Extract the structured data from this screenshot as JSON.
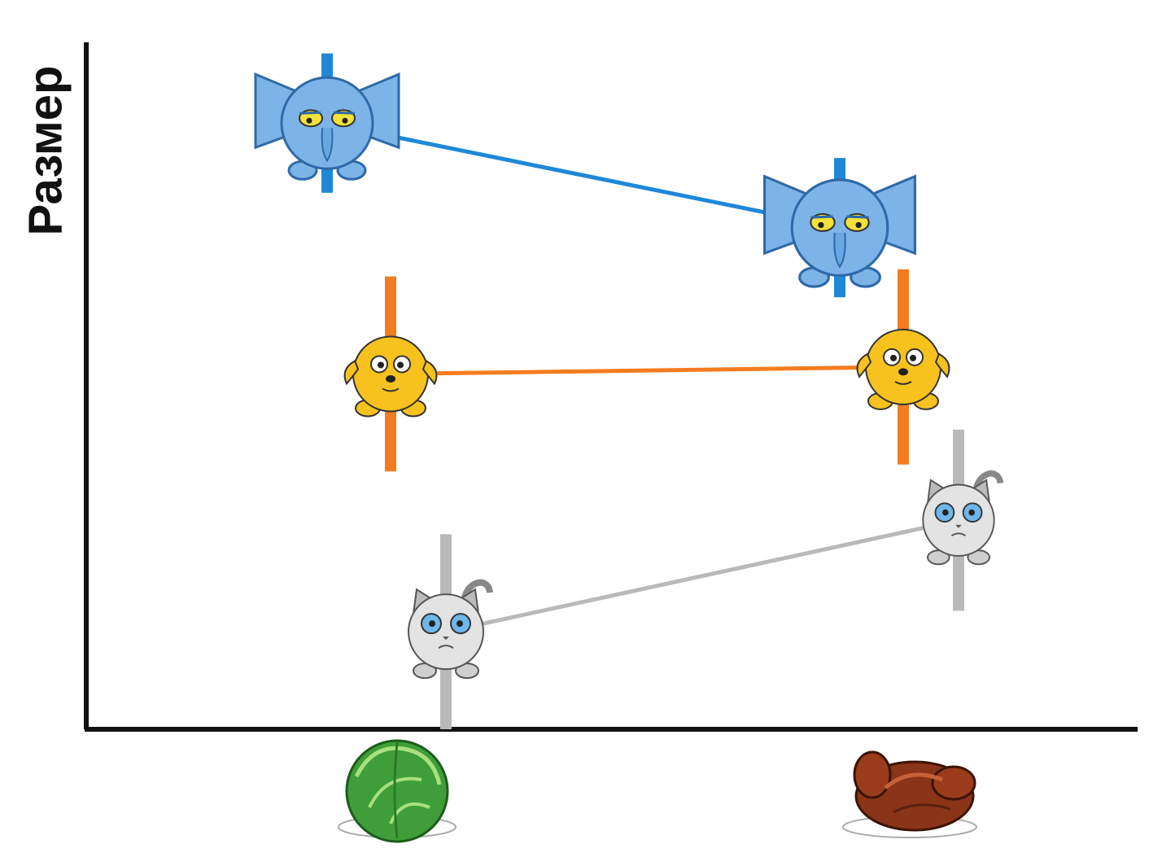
{
  "chart_data": {
    "type": "line",
    "title": "",
    "xlabel": "",
    "ylabel": "Размер",
    "categories": [
      "cabbage-icon",
      "roast-chicken-icon"
    ],
    "ylim": [
      0,
      100
    ],
    "grid": false,
    "legend": "none",
    "series": [
      {
        "icon": "elephant-icon",
        "color": "#1e88d8",
        "values": [
          87,
          72
        ],
        "errors": [
          10,
          10
        ]
      },
      {
        "icon": "dog-icon",
        "color": "#f47c20",
        "values": [
          51,
          52
        ],
        "errors": [
          14,
          14
        ]
      },
      {
        "icon": "cat-icon",
        "color": "#b9b9b9",
        "values": [
          14,
          30
        ],
        "errors": [
          14,
          13
        ]
      }
    ]
  }
}
